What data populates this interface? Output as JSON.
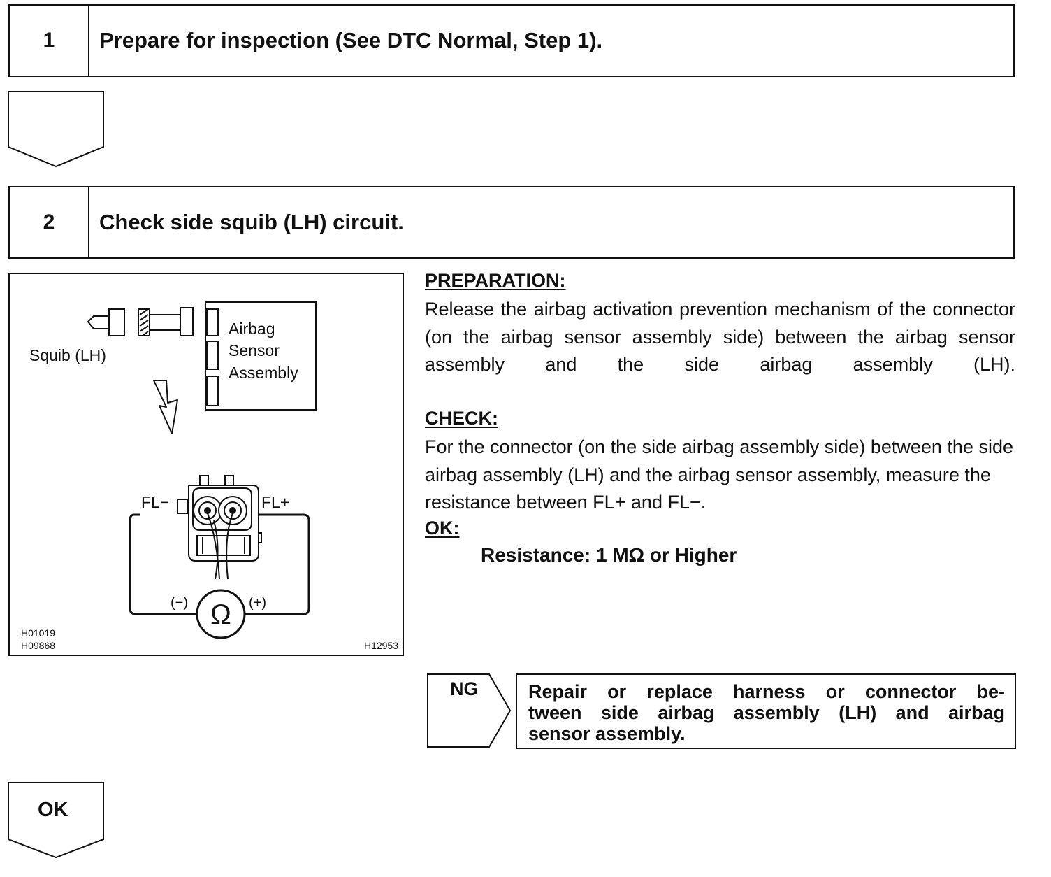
{
  "step1": {
    "number": "1",
    "title": "Prepare for inspection (See DTC Normal, Step 1)."
  },
  "step2": {
    "number": "2",
    "title": "Check side squib (LH) circuit."
  },
  "figure": {
    "squib_label": "Squib (LH)",
    "sensor_label_1": "Airbag",
    "sensor_label_2": "Sensor",
    "sensor_label_3": "Assembly",
    "terminal_minus": "FL−",
    "terminal_plus": "FL+",
    "meter_neg": "(−)",
    "meter_pos": "(+)",
    "ohm_symbol": "Ω",
    "code_1": "H01019",
    "code_2": "H09868",
    "code_3": "H12953"
  },
  "preparation": {
    "heading": "PREPARATION:",
    "text": "Release the airbag activation prevention mechanism of the connector (on the airbag sensor assembly side) between the airbag sensor assembly and the side airbag assembly (LH)."
  },
  "check": {
    "heading": "CHECK:",
    "text": "For the connector (on the side airbag assembly side) between the side airbag assembly (LH) and the airbag sensor assembly, measure the resistance between FL+ and FL−."
  },
  "ok": {
    "heading": "OK:",
    "spec": "Resistance: 1 MΩ or Higher"
  },
  "ng": {
    "label": "NG",
    "line_1": "Repair or replace harness or connector be-",
    "line_2": "tween side airbag assembly (LH) and airbag",
    "line_3": "sensor assembly."
  },
  "ok_arrow": {
    "label": "OK"
  }
}
